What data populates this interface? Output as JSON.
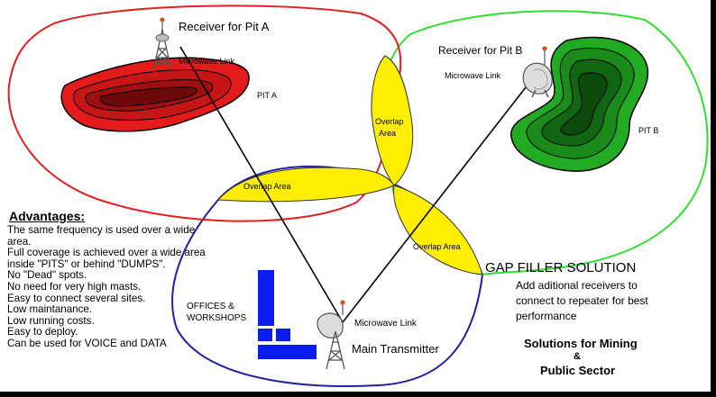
{
  "labels": {
    "receiver_a": "Receiver for Pit A",
    "microwave_a": "Microwave Link",
    "pit_a": "PIT A",
    "receiver_b": "Receiver for Pit B",
    "microwave_b": "Microwave Link",
    "pit_b": "PIT B",
    "overlap_center": "Overlap Area",
    "overlap_top_1": "Overlap",
    "overlap_top_2": "Area",
    "overlap_right": "Overlap Area",
    "offices_1": "OFFICES &",
    "offices_2": "WORKSHOPS",
    "microwave_main": "Microwave Link",
    "main_transmitter": "Main Transmitter",
    "gap_filler_title": "GAP FILLER  SOLUTION",
    "gap_filler_line1": "Add aditional receivers to",
    "gap_filler_line2": "connect to repeater for best",
    "gap_filler_line3": "performance",
    "solutions_1": "Solutions for Mining",
    "solutions_2": "&",
    "solutions_3": "Public Sector"
  },
  "advantages": {
    "title": "Advantages:",
    "items": [
      "The same frequency is used over a wide area.",
      "Full coverage is achieved over a wide area inside \"PITS\" or behind \"DUMPS\".",
      "No \"Dead\" spots.",
      "No need for very high masts.",
      "Easy to connect several sites.",
      "Low maintanance.",
      "Low running costs.",
      "Easy to deploy.",
      "Can be used for VOICE and DATA"
    ]
  },
  "colors": {
    "zone_a_outline": "#e02020",
    "zone_b_outline": "#33dd33",
    "zone_main_outline": "#2020a0",
    "overlap_fill": "#ffee00",
    "pit_a_fill": "#e51b1b",
    "pit_b_fill": "#22aa22",
    "offices_fill": "#0a1cf0"
  },
  "icons": [
    "antenna-tower-icon",
    "dish-antenna-icon",
    "office-block-icon"
  ]
}
